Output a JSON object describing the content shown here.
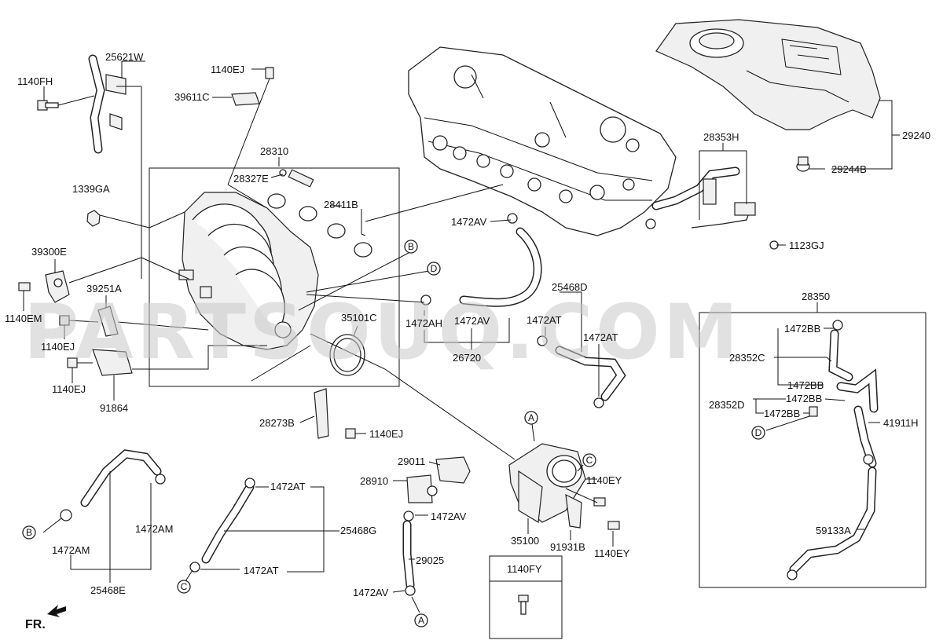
{
  "diagram": {
    "watermark": "PARTSOUQ.COM",
    "front_indicator": "FR.",
    "parts": {
      "p25621W": "25621W",
      "p1140FH": "1140FH",
      "p1140EJ_top": "1140EJ",
      "p39611C": "39611C",
      "p28310": "28310",
      "p28327E": "28327E",
      "p28411B": "28411B",
      "p1339GA": "1339GA",
      "p39300E": "39300E",
      "p39251A": "39251A",
      "p1140EM": "1140EM",
      "p1140EJ_mid": "1140EJ",
      "p1140EJ_low": "1140EJ",
      "p91864": "91864",
      "p35101C": "35101C",
      "p28273B": "28273B",
      "p1140EJ_bracket": "1140EJ",
      "p1472AV_top": "1472AV",
      "p1472AH": "1472AH",
      "p1472AV_mid": "1472AV",
      "p26720": "26720",
      "p25468D": "25468D",
      "p1472AT_a": "1472AT",
      "p1472AT_b": "1472AT",
      "p28353H": "28353H",
      "p1123GJ": "1123GJ",
      "p29240": "29240",
      "p29244B": "29244B",
      "p28350": "28350",
      "p1472BB_1": "1472BB",
      "p28352C": "28352C",
      "p1472BB_2": "1472BB",
      "p1472BB_3": "1472BB",
      "p28352D": "28352D",
      "p1472BB_4": "1472BB",
      "p41911H": "41911H",
      "p59133A": "59133A",
      "p29011": "29011",
      "p28910": "28910",
      "p1472AV_low": "1472AV",
      "p29025": "29025",
      "p1472AV_bottom": "1472AV",
      "p35100": "35100",
      "p91931B": "91931B",
      "p1140EY_a": "1140EY",
      "p1140EY_b": "1140EY",
      "p1472AT_c": "1472AT",
      "p25468G": "25468G",
      "p1472AT_d": "1472AT",
      "p1472AM_a": "1472AM",
      "p1472AM_b": "1472AM",
      "p25468E": "25468E",
      "p1140FY": "1140FY"
    },
    "callouts": {
      "A_top": "A",
      "A_bottom": "A",
      "B_right": "B",
      "B_left": "B",
      "C_right": "C",
      "C_left": "C",
      "D_right": "D",
      "D_left": "D"
    }
  }
}
